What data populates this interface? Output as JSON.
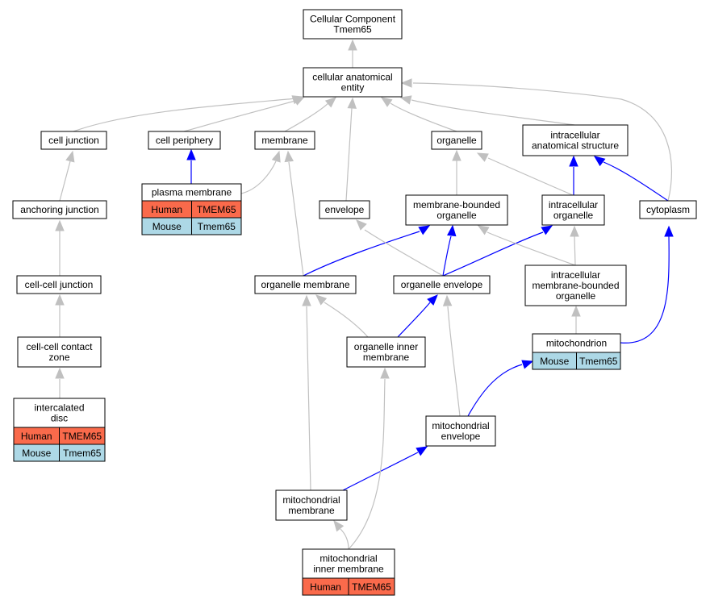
{
  "diagram": {
    "colors": {
      "is_a_edge": "#c0c0c0",
      "part_of_edge": "#0000ff",
      "human": "#fa6a4b",
      "mouse": "#add8e6"
    },
    "nodes": {
      "root": [
        "Cellular Component",
        "Tmem65"
      ],
      "cae": [
        "cellular anatomical",
        "entity"
      ],
      "cell_junction": [
        "cell junction"
      ],
      "cell_periphery": [
        "cell periphery"
      ],
      "membrane": [
        "membrane"
      ],
      "organelle": [
        "organelle"
      ],
      "ias": [
        "intracellular",
        "anatomical structure"
      ],
      "plasma_membrane": [
        "plasma membrane"
      ],
      "anchoring_junction": [
        "anchoring junction"
      ],
      "envelope": [
        "envelope"
      ],
      "mbo": [
        "membrane-bounded",
        "organelle"
      ],
      "intra_org": [
        "intracellular",
        "organelle"
      ],
      "cytoplasm": [
        "cytoplasm"
      ],
      "ccj": [
        "cell-cell junction"
      ],
      "org_membrane": [
        "organelle membrane"
      ],
      "org_envelope": [
        "organelle envelope"
      ],
      "imbo": [
        "intracellular",
        "membrane-bounded",
        "organelle"
      ],
      "cccz": [
        "cell-cell contact",
        "zone"
      ],
      "oim": [
        "organelle inner",
        "membrane"
      ],
      "mitochondrion": [
        "mitochondrion"
      ],
      "intercalated_disc": [
        "intercalated",
        "disc"
      ],
      "mito_env": [
        "mitochondrial",
        "envelope"
      ],
      "mito_membrane": [
        "mitochondrial",
        "membrane"
      ],
      "mim": [
        "mitochondrial",
        "inner membrane"
      ]
    },
    "species_rows": {
      "plasma_membrane": [
        [
          "Human",
          "TMEM65"
        ],
        [
          "Mouse",
          "Tmem65"
        ]
      ],
      "intercalated_disc": [
        [
          "Human",
          "TMEM65"
        ],
        [
          "Mouse",
          "Tmem65"
        ]
      ],
      "mitochondrion": [
        [
          "Mouse",
          "Tmem65"
        ]
      ],
      "mim": [
        [
          "Human",
          "TMEM65"
        ]
      ]
    }
  }
}
